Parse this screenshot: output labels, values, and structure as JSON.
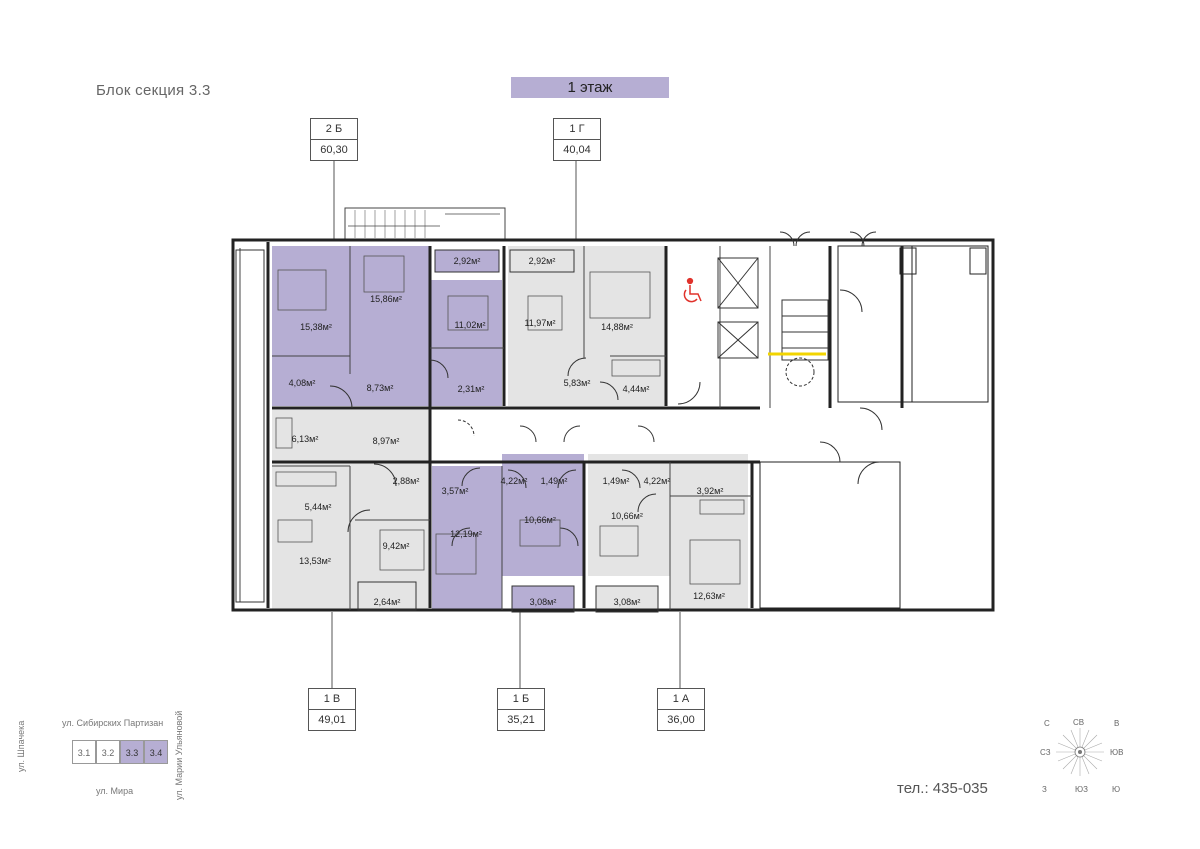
{
  "header": {
    "title": "Блок секция 3.3",
    "floor": "1 этаж"
  },
  "apartments_top": [
    {
      "code": "2 Б",
      "area": "60,30"
    },
    {
      "code": "1 Г",
      "area": "40,04"
    }
  ],
  "apartments_bottom": [
    {
      "code": "1 В",
      "area": "49,01"
    },
    {
      "code": "1 Б",
      "area": "35,21"
    },
    {
      "code": "1 А",
      "area": "36,00"
    }
  ],
  "rooms": {
    "r1": "2,92м²",
    "r2": "2,92м²",
    "r3": "15,38м²",
    "r4": "15,86м²",
    "r5": "11,02м²",
    "r6": "11,97м²",
    "r7": "14,88м²",
    "r8": "4,08м²",
    "r9": "8,73м²",
    "r10": "2,31м²",
    "r11": "5,83м²",
    "r12": "4,44м²",
    "r13": "6,13м²",
    "r14": "8,97м²",
    "r15": "2,88м²",
    "r16": "3,57м²",
    "r17": "4,22м²",
    "r18": "1,49м²",
    "r19": "1,49м²",
    "r20": "4,22м²",
    "r21": "3,92м²",
    "r22": "5,44м²",
    "r23": "9,42м²",
    "r24": "12,19м²",
    "r25": "10,66м²",
    "r26": "10,66м²",
    "r27": "13,53м²",
    "r28": "12,63м²",
    "r29": "2,64м²",
    "r30": "3,08м²",
    "r31": "3,08м²"
  },
  "keymap": {
    "street_top": "ул. Сибирских Партизан",
    "street_bottom": "ул. Мира",
    "street_left": "ул. Шпачека",
    "street_right": "ул. Марии Ульяновой",
    "sections": [
      {
        "label": "3.1",
        "active": false
      },
      {
        "label": "3.2",
        "active": false
      },
      {
        "label": "3.3",
        "active": true
      },
      {
        "label": "3.4",
        "active": true
      }
    ]
  },
  "compass": {
    "n": "С",
    "ne": "СВ",
    "e": "В",
    "nw": "СЗ",
    "se": "ЮВ",
    "w": "З",
    "sw": "ЮЗ",
    "s": "Ю"
  },
  "phone": "тел.: 435-035",
  "colors": {
    "highlight": "#b6aed3",
    "gray_apartment": "#e4e4e4",
    "wall": "#222222",
    "accessible": "#e0322b",
    "stair_marker": "#f2d400"
  }
}
